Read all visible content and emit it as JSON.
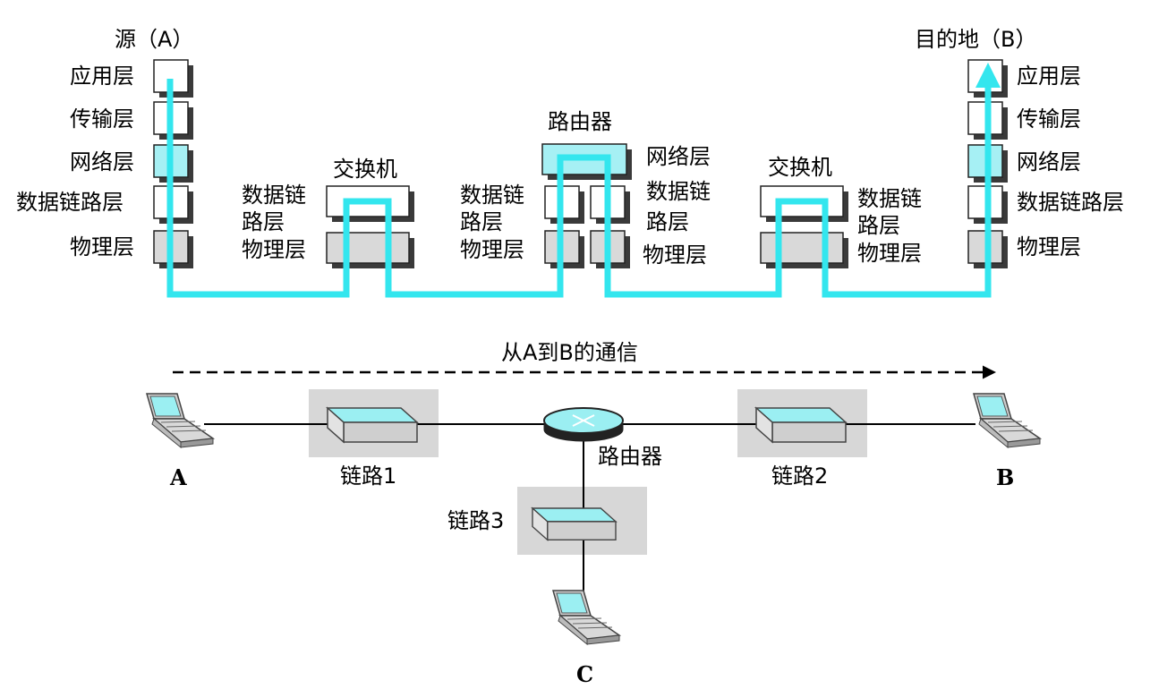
{
  "source": {
    "title": "源（A）",
    "layers": [
      "应用层",
      "传输层",
      "网络层",
      "数据链路层",
      "物理层"
    ]
  },
  "destination": {
    "title": "目的地（B）",
    "layers": [
      "应用层",
      "传输层",
      "网络层",
      "数据链路层",
      "物理层"
    ]
  },
  "switch1": {
    "title": "交换机",
    "datalink_line1": "数据链",
    "datalink_line2": "路层",
    "physical": "物理层"
  },
  "router": {
    "title": "路由器",
    "network": "网络层",
    "left_datalink_line1": "数据链",
    "left_datalink_line2": "路层",
    "left_physical": "物理层",
    "right_datalink_line1": "数据链",
    "right_datalink_line2": "路层",
    "right_physical": "物理层"
  },
  "switch2": {
    "title": "交换机",
    "datalink_line1": "数据链",
    "datalink_line2": "路层",
    "physical": "物理层"
  },
  "topology": {
    "comm_label": "从A到B的通信",
    "host_a": "A",
    "host_b": "B",
    "host_c": "C",
    "router_label": "路由器",
    "link1": "链路1",
    "link2": "链路2",
    "link3": "链路3"
  },
  "colors": {
    "path": "#33e6ee",
    "network_layer_fill": "#a6f0f4",
    "physical_layer_fill": "#d9d9d9",
    "box_fill": "#ffffff",
    "shadow": "#3a3a3a",
    "link_region": "#d7d7d7",
    "device_top": "#9beff2",
    "device_side": "#cfcfcf"
  },
  "icons": [
    "laptop-icon",
    "switch-icon",
    "router-icon"
  ]
}
